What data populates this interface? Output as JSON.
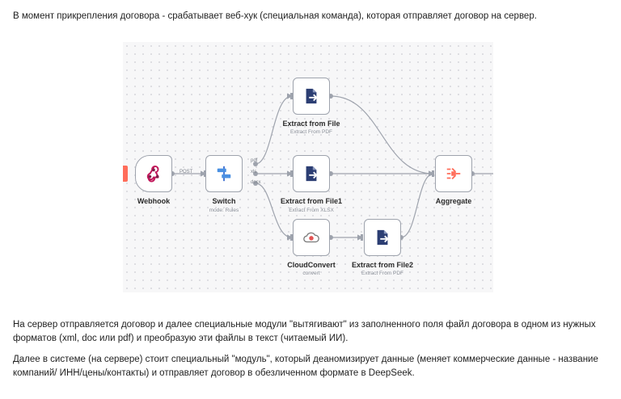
{
  "text": {
    "intro": "В момент прикрепления договора - срабатывает веб-хук (специальная команда), которая отправляет договор на сервер.",
    "para2": "На сервер отправляется договор и далее специальные модули \"вытягивают\" из заполненного поля файл договора в одном из нужных форматов (xml, doc или pdf) и преобразую эти файлы в текст (читаемый ИИ).",
    "para3": "Далее в системе (на сервере) стоит специальный \"модуль\", который деаномизирует данные (меняет коммерческие данные - название компаний/ ИНН/цены/контакты) и отправляет договор в обезличенном формате в DeepSeek."
  },
  "workflow": {
    "nodes": {
      "webhook": {
        "title": "Webhook"
      },
      "switch": {
        "title": "Switch",
        "subtitle": "mode: Rules"
      },
      "extract_file": {
        "title": "Extract from File",
        "subtitle": "Extract From PDF"
      },
      "extract_file1": {
        "title": "Extract from File1",
        "subtitle": "Extract From XLSX"
      },
      "cloudconvert": {
        "title": "CloudConvert",
        "subtitle": "convert"
      },
      "extract_file2": {
        "title": "Extract from File2",
        "subtitle": "Extract From PDF"
      },
      "aggregate": {
        "title": "Aggregate"
      }
    },
    "labels": {
      "post": "POST",
      "pdf": "pdf",
      "xls": "xls",
      "docx": "docx"
    },
    "colors": {
      "trigger": "#ff6d5a",
      "extract_icon": "#2c3e73",
      "aggregate_icon": "#ff6d5a",
      "switch_icon": "#4a90e2",
      "cloud_icon": "#e35353"
    },
    "icons": {
      "webhook": "webhook-icon",
      "switch": "switch-icon",
      "extract": "file-export-icon",
      "cloudconvert": "cloud-icon",
      "aggregate": "aggregate-icon"
    }
  }
}
